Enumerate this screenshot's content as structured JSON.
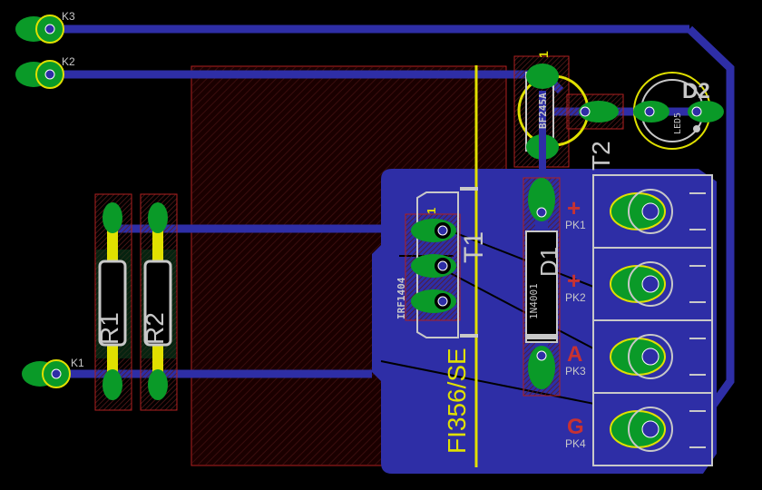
{
  "colors": {
    "background": "#000000",
    "bottom_copper": "#2e2ea6",
    "top_copper": "#e0e000",
    "pad": "#0a9a28",
    "silkscreen": "#c8c8c8",
    "package_outline": "#b02020",
    "hatch": "#5a1a1a",
    "board_label": "#e0e000",
    "marker": "#c83232"
  },
  "labels": {
    "k3": "K3",
    "k2": "K2",
    "k1": "K1",
    "r1": "R1",
    "r2": "R2",
    "t1": "T1",
    "t1_part": "IRF1404",
    "t1_pin": "1",
    "t2": "T2",
    "t2_part": "BF245A",
    "t2_pin": "1",
    "d1": "D1",
    "d1_part": "1N4001",
    "d2": "D2",
    "d2_part": "LED5",
    "heatsink": "FI356/SE",
    "pk1": "PK1",
    "pk2": "PK2",
    "pk3": "PK3",
    "pk4": "PK4",
    "pk1_mark": "+",
    "pk2_mark": "+",
    "pk3_mark": "A",
    "pk4_mark": "G"
  }
}
